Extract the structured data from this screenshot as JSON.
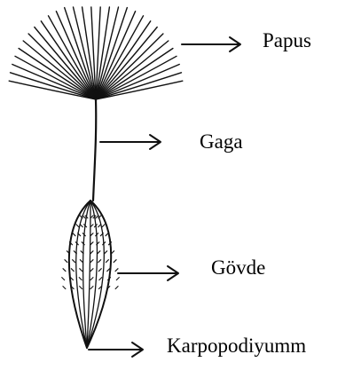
{
  "colors": {
    "background": "#ffffff",
    "ink": "#111111",
    "text": "#000000"
  },
  "labels": {
    "pappus": "Papus",
    "beak": "Gaga",
    "body": "Gövde",
    "carpopodium": "Karpopodiyumm"
  }
}
